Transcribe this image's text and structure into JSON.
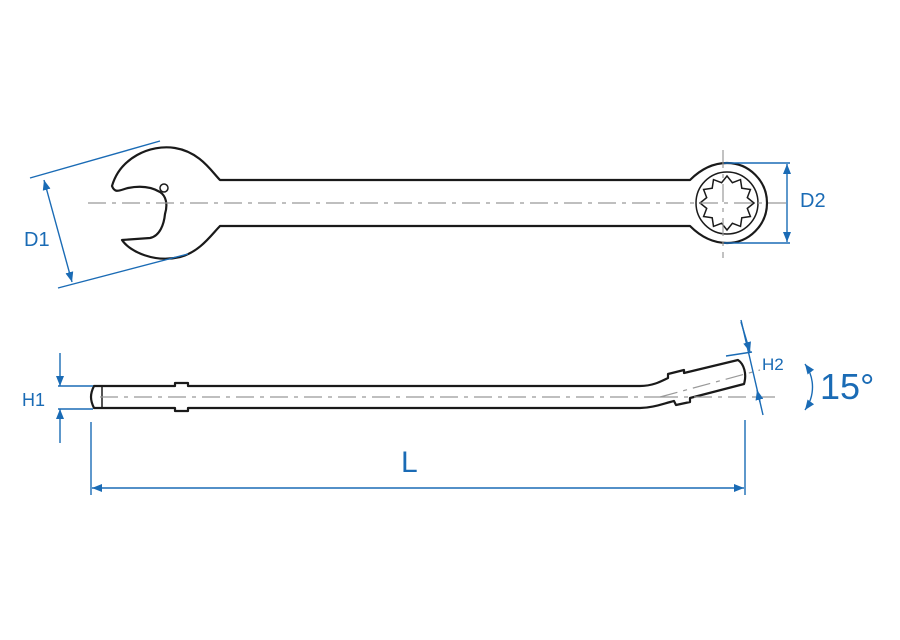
{
  "labels": {
    "d1": "D1",
    "d2": "D2",
    "h1": "H1",
    "h2": "H2",
    "l": "L",
    "angle": "15°"
  },
  "colors": {
    "dimension": "#1a6bb5",
    "outline": "#1a1a1a",
    "centerline": "#999999"
  }
}
